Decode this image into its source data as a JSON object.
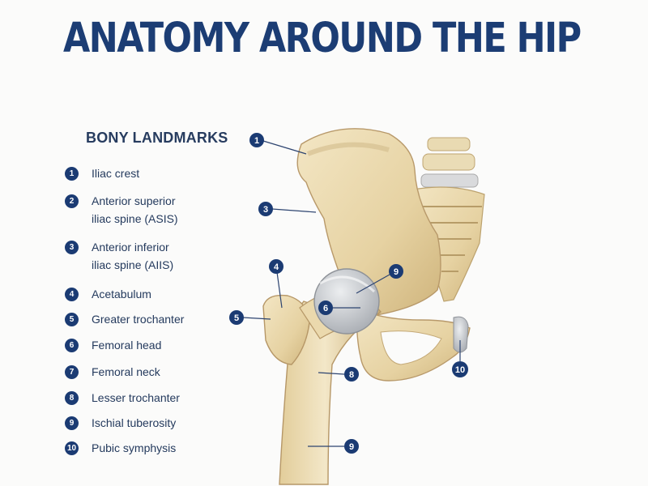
{
  "title": "ANATOMY AROUND THE HIP",
  "legend": {
    "heading": "BONY LANDMARKS",
    "items": [
      {
        "num": "1",
        "line1": "Iliac crest",
        "line2": ""
      },
      {
        "num": "2",
        "line1": "Anterior superior",
        "line2": "iliac spine (ASIS)"
      },
      {
        "num": "3",
        "line1": "Anterior inferior",
        "line2": "iliac spine (AIIS)"
      },
      {
        "num": "4",
        "line1": "Acetabulum",
        "line2": ""
      },
      {
        "num": "5",
        "line1": "Greater trochanter",
        "line2": ""
      },
      {
        "num": "6",
        "line1": "Femoral head",
        "line2": ""
      },
      {
        "num": "7",
        "line1": "Femoral neck",
        "line2": ""
      },
      {
        "num": "8",
        "line1": "Lesser trochanter",
        "line2": ""
      },
      {
        "num": "9",
        "line1": "Ischial tuberosity",
        "line2": ""
      },
      {
        "num": "10",
        "line1": "Pubic symphysis",
        "line2": ""
      }
    ]
  },
  "callouts": [
    "1",
    "3",
    "4",
    "9",
    "6",
    "5",
    "8",
    "10",
    "9"
  ],
  "colors": {
    "title": "#1c3d74",
    "badge": "#1b3b73",
    "bone": "#ecdcb4",
    "bone_shadow": "#c9b07a",
    "cartilage": "#c9ccd0"
  }
}
